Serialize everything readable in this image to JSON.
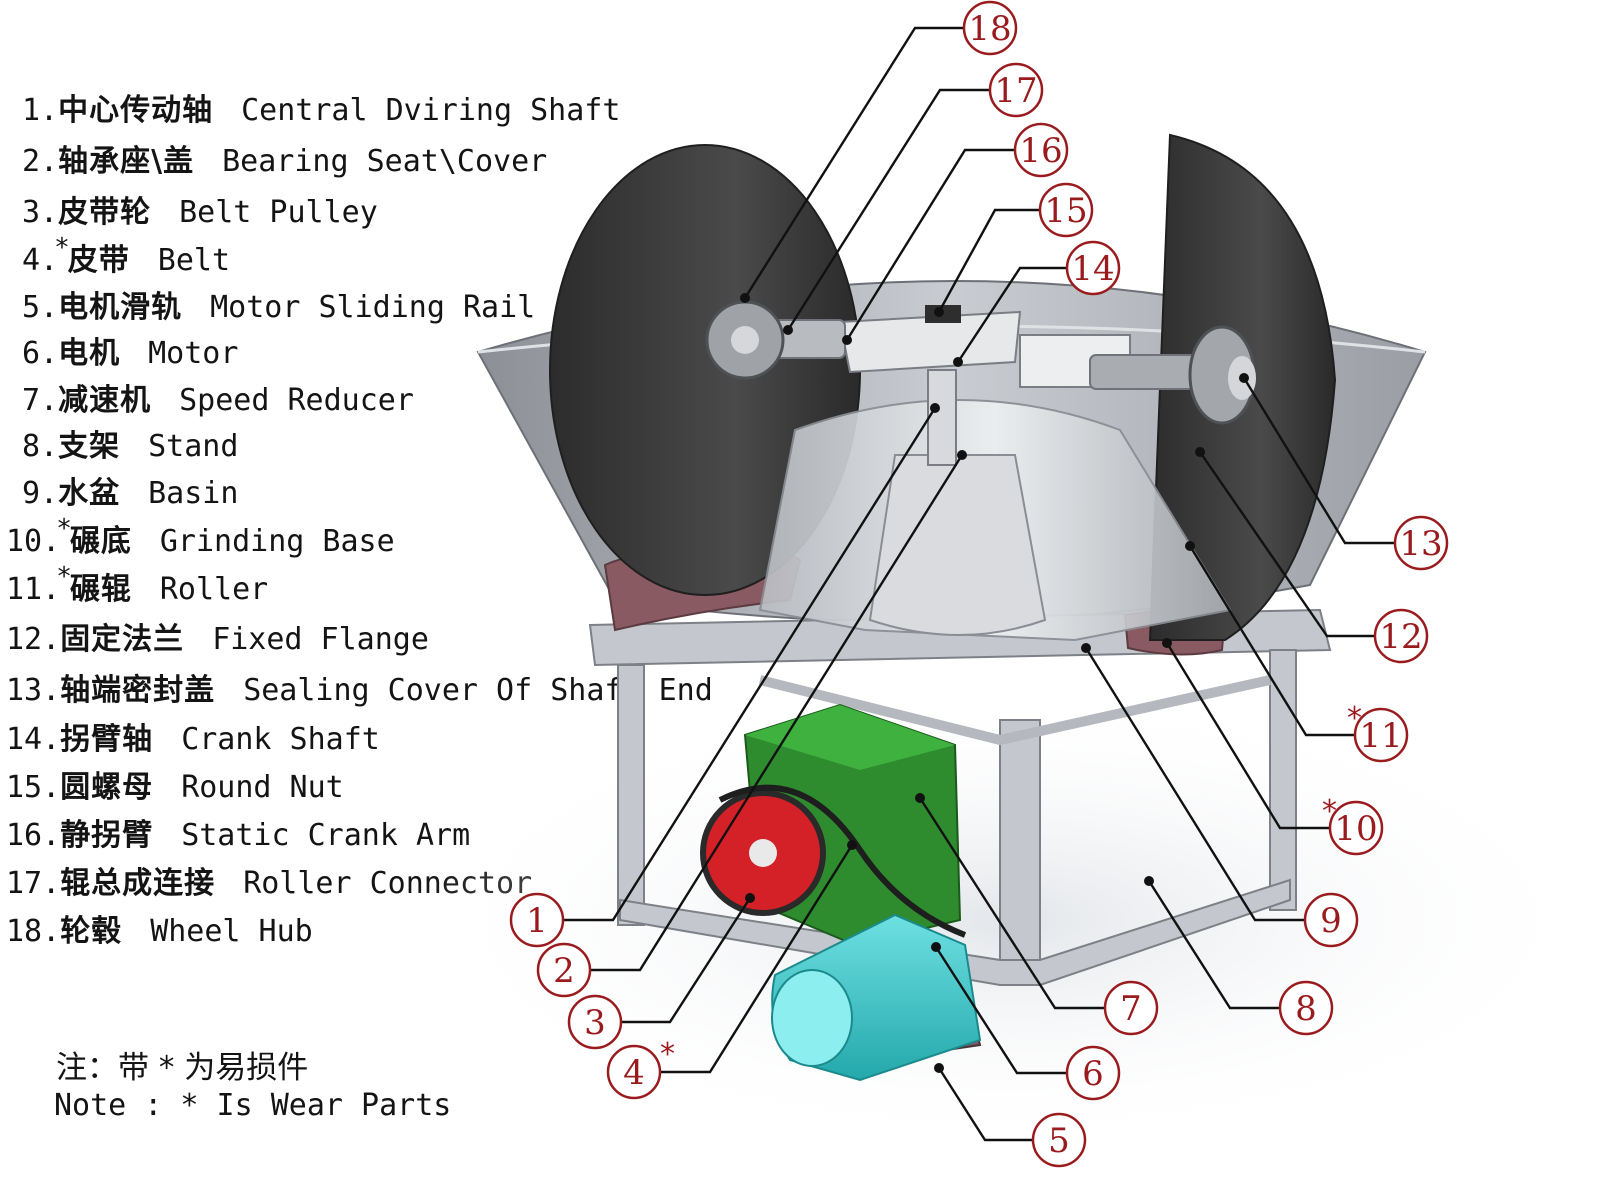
{
  "legend": [
    {
      "num": "1.",
      "star": false,
      "zh": "中心传动轴",
      "en": "Central Dviring Shaft"
    },
    {
      "num": "2.",
      "star": false,
      "zh": "轴承座\\盖",
      "en": "Bearing Seat\\Cover"
    },
    {
      "num": "3.",
      "star": false,
      "zh": "皮带轮",
      "en": "Belt Pulley"
    },
    {
      "num": "4.",
      "star": true,
      "zh": "皮带",
      "en": "Belt"
    },
    {
      "num": "5.",
      "star": false,
      "zh": "电机滑轨",
      "en": "Motor Sliding Rail"
    },
    {
      "num": "6.",
      "star": false,
      "zh": "电机",
      "en": "Motor"
    },
    {
      "num": "7.",
      "star": false,
      "zh": "减速机",
      "en": "Speed Reducer"
    },
    {
      "num": "8.",
      "star": false,
      "zh": "支架",
      "en": "Stand"
    },
    {
      "num": "9.",
      "star": false,
      "zh": "水盆",
      "en": "Basin"
    },
    {
      "num": "10.",
      "star": true,
      "zh": "碾底",
      "en": "Grinding Base"
    },
    {
      "num": "11.",
      "star": true,
      "zh": "碾辊",
      "en": "Roller"
    },
    {
      "num": "12.",
      "star": false,
      "zh": "固定法兰",
      "en": "Fixed Flange"
    },
    {
      "num": "13.",
      "star": false,
      "zh": "轴端密封盖",
      "en": "Sealing Cover Of Shaft End"
    },
    {
      "num": "14.",
      "star": false,
      "zh": "拐臂轴",
      "en": "Crank Shaft"
    },
    {
      "num": "15.",
      "star": false,
      "zh": "圆螺母",
      "en": "Round Nut"
    },
    {
      "num": "16.",
      "star": false,
      "zh": "静拐臂",
      "en": "Static Crank Arm"
    },
    {
      "num": "17.",
      "star": false,
      "zh": "辊总成连接",
      "en": "Roller Connector"
    },
    {
      "num": "18.",
      "star": false,
      "zh": "轮毂",
      "en": "Wheel Hub"
    }
  ],
  "note": {
    "zh": "注：带 * 为易损件",
    "en": "Note : * Is Wear Parts"
  },
  "callouts": [
    {
      "label": "1",
      "star": false
    },
    {
      "label": "2",
      "star": false
    },
    {
      "label": "3",
      "star": false
    },
    {
      "label": "4",
      "star": true
    },
    {
      "label": "5",
      "star": false
    },
    {
      "label": "6",
      "star": false
    },
    {
      "label": "7",
      "star": false
    },
    {
      "label": "8",
      "star": false
    },
    {
      "label": "9",
      "star": false
    },
    {
      "label": "10",
      "star": true
    },
    {
      "label": "11",
      "star": true
    },
    {
      "label": "12",
      "star": false
    },
    {
      "label": "13",
      "star": false
    },
    {
      "label": "14",
      "star": false
    },
    {
      "label": "15",
      "star": false
    },
    {
      "label": "16",
      "star": false
    },
    {
      "label": "17",
      "star": false
    },
    {
      "label": "18",
      "star": false
    }
  ],
  "colors": {
    "callout": "#9a1b1e",
    "roller": "#3b3b3b",
    "basin": "#a9adb3",
    "frame": "#c4c8ce",
    "reducer": "#2e8b2e",
    "motor": "#3ec6c8",
    "pulley": "#d42127",
    "wear_base": "#8a5a62"
  }
}
